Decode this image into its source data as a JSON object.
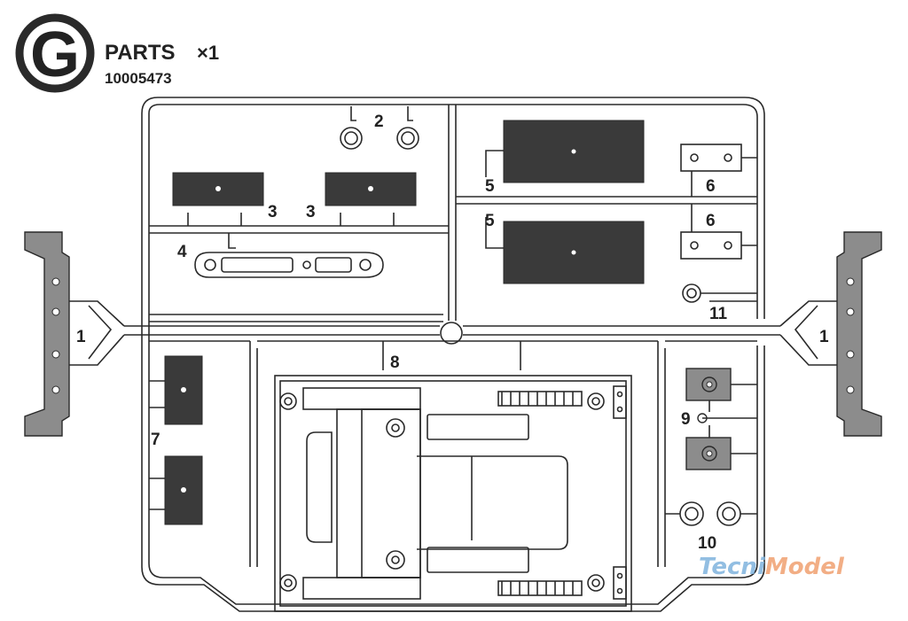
{
  "header": {
    "badge_letter": "G",
    "title": "PARTS",
    "quantity": "×1",
    "part_number": "10005473"
  },
  "part_labels": {
    "p1_left": "1",
    "p1_right": "1",
    "p2": "2",
    "p3_a": "3",
    "p3_b": "3",
    "p4": "4",
    "p5_a": "5",
    "p5_b": "5",
    "p6_a": "6",
    "p6_b": "6",
    "p7": "7",
    "p8": "8",
    "p9": "9",
    "p10": "10",
    "p11": "11"
  },
  "watermark": {
    "part1": "Tecni",
    "part2": "Model"
  },
  "colors": {
    "line": "#2a2a2a",
    "dark_fill": "#3a3a3a",
    "grey_fill": "#8c8c8c",
    "watermark_1": "#7fb3dd",
    "watermark_2": "#f0a070"
  }
}
